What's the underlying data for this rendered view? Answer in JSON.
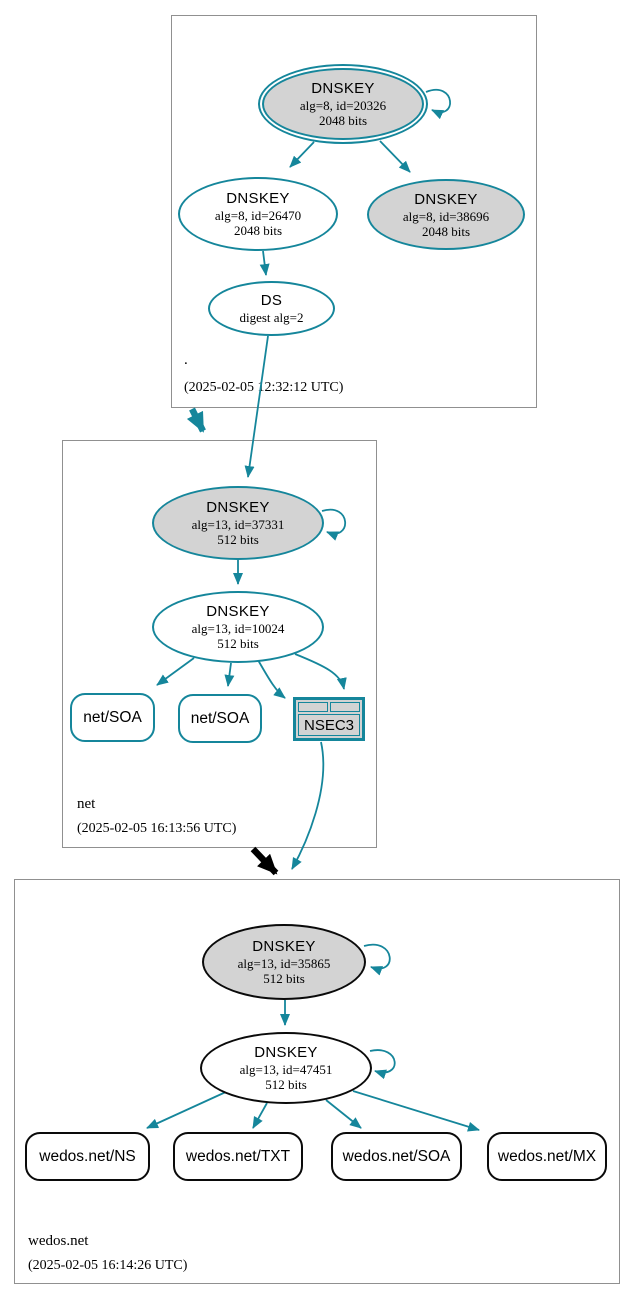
{
  "diagram_type": "dnssec-authentication-chain",
  "colors": {
    "secure_edge": "#15869b",
    "insecure_edge": "#000000",
    "key_fill": "#d3d3d3",
    "zone_border": "#909090"
  },
  "zones": {
    "root": {
      "name": ".",
      "timestamp": "(2025-02-05 12:32:12 UTC)",
      "ksk": {
        "title": "DNSKEY",
        "detail": "alg=8, id=20326",
        "bits": "2048 bits"
      },
      "zsk": {
        "title": "DNSKEY",
        "detail": "alg=8, id=26470",
        "bits": "2048 bits"
      },
      "key2": {
        "title": "DNSKEY",
        "detail": "alg=8, id=38696",
        "bits": "2048 bits"
      },
      "ds": {
        "title": "DS",
        "detail": "digest alg=2"
      }
    },
    "net": {
      "name": "net",
      "timestamp": "(2025-02-05 16:13:56 UTC)",
      "ksk": {
        "title": "DNSKEY",
        "detail": "alg=13, id=37331",
        "bits": "512 bits"
      },
      "zsk": {
        "title": "DNSKEY",
        "detail": "alg=13, id=10024",
        "bits": "512 bits"
      },
      "soa1": {
        "label": "net/SOA"
      },
      "soa2": {
        "label": "net/SOA"
      },
      "nsec3": {
        "label": "NSEC3"
      }
    },
    "wedos": {
      "name": "wedos.net",
      "timestamp": "(2025-02-05 16:14:26 UTC)",
      "ksk": {
        "title": "DNSKEY",
        "detail": "alg=13, id=35865",
        "bits": "512 bits"
      },
      "zsk": {
        "title": "DNSKEY",
        "detail": "alg=13, id=47451",
        "bits": "512 bits"
      },
      "ns": {
        "label": "wedos.net/NS"
      },
      "txt": {
        "label": "wedos.net/TXT"
      },
      "soa": {
        "label": "wedos.net/SOA"
      },
      "mx": {
        "label": "wedos.net/MX"
      }
    }
  }
}
